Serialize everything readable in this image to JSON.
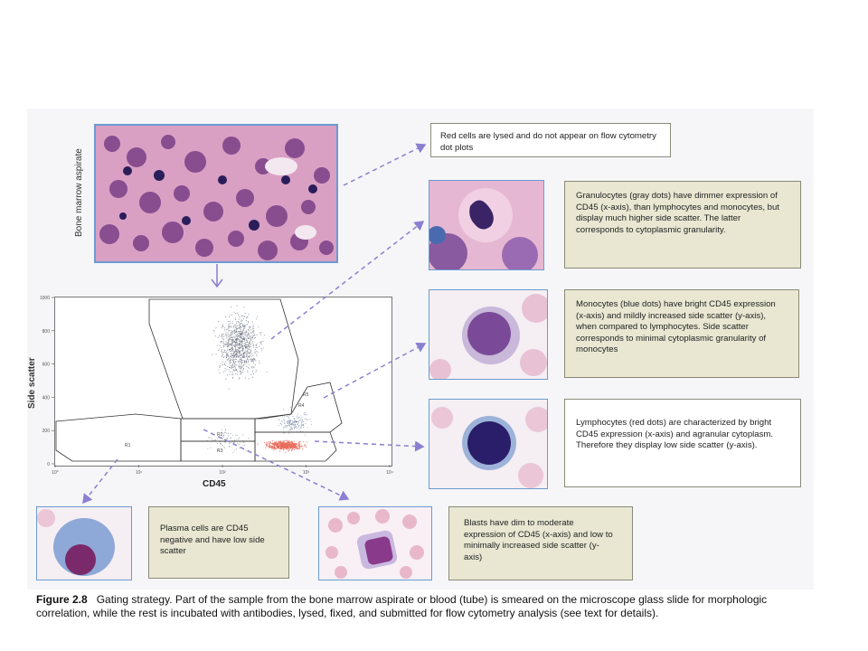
{
  "figure": {
    "aspirate_label": "Bone marrow aspirate",
    "xlabel": "CD45",
    "ylabel": "Side scatter",
    "x_ticks": [
      "10°",
      "10¹",
      "10²",
      "10³",
      "10⁴"
    ],
    "y_ticks": [
      "1000",
      "800",
      "600",
      "400",
      "200",
      "0"
    ],
    "gate_labels": [
      "R1",
      "R2",
      "R3",
      "R4",
      "R5"
    ],
    "red_cells_text": "Red cells are lysed and do not appear on flow cytometry dot plots",
    "granulocytes_text": "Granulocytes (gray dots) have dimmer expression of CD45 (x-axis), than lymphocytes and monocytes, but display much higher side scatter. The latter corresponds to cytoplasmic granularity.",
    "monocytes_text": "Monocytes (blue dots) have bright CD45 expression (x-axis) and mildly increased side scatter (y-axis), when compared to lymphocytes. Side scatter corresponds to minimal cytoplasmic granularity of monocytes",
    "lymphocytes_text": "Lymphocytes (red dots) are characterized by bright CD45 expression (x-axis) and agranular cytoplasm. Therefore they display low side scatter (y-axis).",
    "plasma_text": "Plasma cells are CD45 negative and have low side scatter",
    "blasts_text": "Blasts have dim to moderate expression of CD45 (x-axis) and low to minimally increased side scatter (y-axis)",
    "caption_label": "Figure 2.8",
    "caption_text": "Gating strategy. Part of the sample from the bone marrow aspirate or blood (tube) is smeared on the microscope glass slide for morphologic correlation, while the rest is incubated with antibodies, lysed, fixed, and submitted for flow cytometry analysis (see text for details)."
  },
  "colors": {
    "arrow": "#8a7fd0",
    "granulocyte_dots": "#5a6470",
    "monocyte_dots": "#7a8aa8",
    "lymphocyte_dots": "#e86a5a",
    "textbox_bg": "#e9e7d2"
  }
}
